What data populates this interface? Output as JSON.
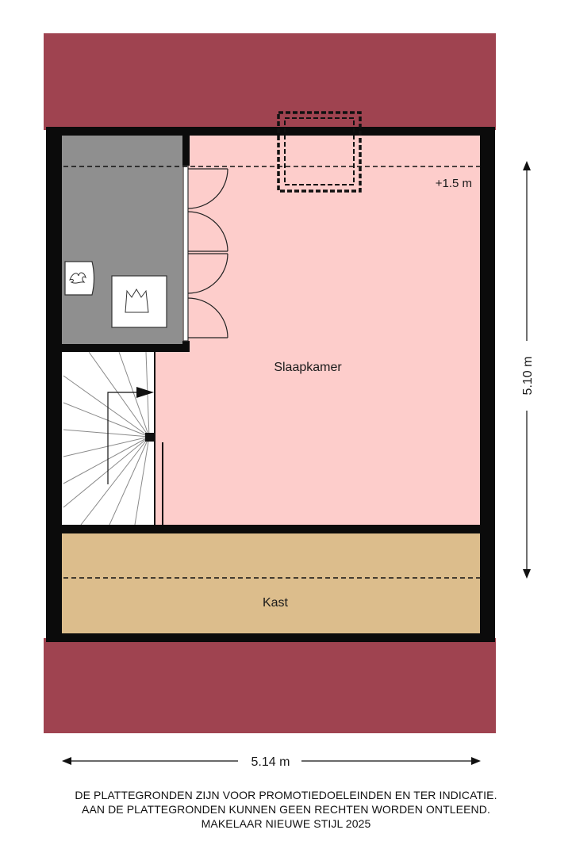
{
  "rooms": {
    "bedroom": "Slaapkamer",
    "closet": "Kast"
  },
  "dimensions": {
    "height_label": "5.10 m",
    "width_label": "5.14 m",
    "ceiling_line_label": "+1.5 m"
  },
  "disclaimer": {
    "line1": "DE PLATTEGRONDEN ZIJN VOOR PROMOTIEDOELEINDEN EN TER INDICATIE.",
    "line2": "AAN DE PLATTEGRONDEN KUNNEN GEEN RECHTEN WORDEN ONTLEEND.",
    "line3": "MAKELAAR NIEUWE STIJL 2025"
  },
  "colors": {
    "roof": "#9f4350",
    "bedroom": "#fdcdcb",
    "closet": "#dcbd8c",
    "utility": "#8f8f8f",
    "wall": "#0b0b0b",
    "stairs": "#ffffff"
  }
}
